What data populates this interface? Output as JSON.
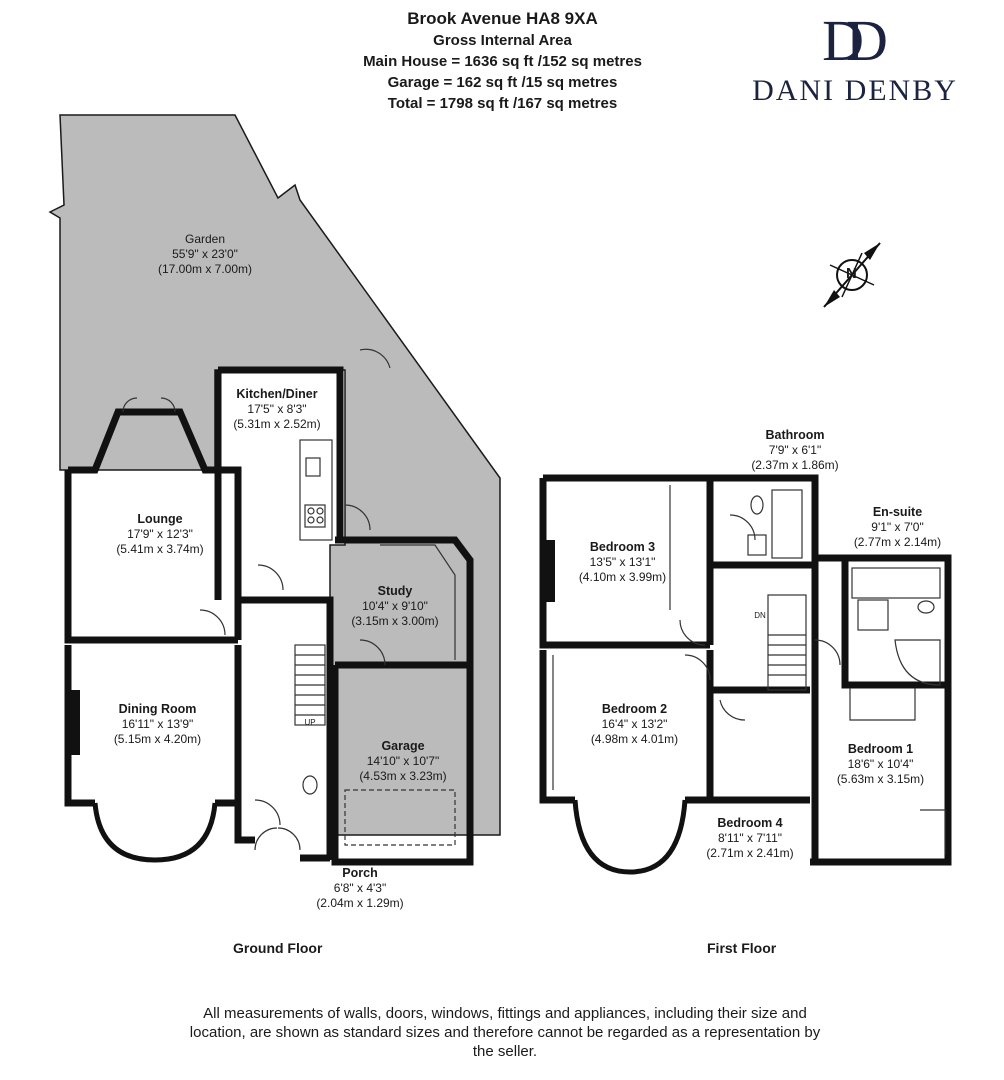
{
  "header": {
    "address": "Brook Avenue HA8 9XA",
    "gia_heading": "Gross Internal Area",
    "main_house": "Main House = 1636 sq ft /152 sq metres",
    "garage": "Garage = 162 sq ft /15 sq metres",
    "total": "Total = 1798 sq ft /167 sq metres"
  },
  "brand": {
    "monogram": "DD",
    "name": "DANI DENBY"
  },
  "compass": {
    "label": "N"
  },
  "ground_floor": {
    "label": "Ground Floor",
    "rooms": [
      {
        "name": "Garden",
        "imperial": "55'9\" x 23'0\"",
        "metric": "(17.00m x 7.00m)"
      },
      {
        "name": "Kitchen/Diner",
        "imperial": "17'5\" x 8'3\"",
        "metric": "(5.31m x 2.52m)"
      },
      {
        "name": "Lounge",
        "imperial": "17'9\" x 12'3\"",
        "metric": "(5.41m x 3.74m)"
      },
      {
        "name": "Study",
        "imperial": "10'4\" x 9'10\"",
        "metric": "(3.15m x 3.00m)"
      },
      {
        "name": "Dining Room",
        "imperial": "16'11\" x 13'9\"",
        "metric": "(5.15m x 4.20m)"
      },
      {
        "name": "Garage",
        "imperial": "14'10\" x 10'7\"",
        "metric": "(4.53m x 3.23m)"
      },
      {
        "name": "Porch",
        "imperial": "6'8\" x 4'3\"",
        "metric": "(2.04m x 1.29m)"
      }
    ],
    "stair_label": "UP"
  },
  "first_floor": {
    "label": "First Floor",
    "rooms": [
      {
        "name": "Bathroom",
        "imperial": "7'9\" x 6'1\"",
        "metric": "(2.37m x 1.86m)"
      },
      {
        "name": "En-suite",
        "imperial": "9'1\" x 7'0\"",
        "metric": "(2.77m x 2.14m)"
      },
      {
        "name": "Bedroom 3",
        "imperial": "13'5\" x 13'1\"",
        "metric": "(4.10m x 3.99m)"
      },
      {
        "name": "Bedroom 2",
        "imperial": "16'4\" x 13'2\"",
        "metric": "(4.98m x 4.01m)"
      },
      {
        "name": "Bedroom 1",
        "imperial": "18'6\" x 10'4\"",
        "metric": "(5.63m x 3.15m)"
      },
      {
        "name": "Bedroom 4",
        "imperial": "8'11\" x 7'11\"",
        "metric": "(2.71m x 2.41m)"
      }
    ],
    "stair_label": "DN"
  },
  "disclaimer": "All measurements of walls, doors, windows, fittings and appliances, including their size and location, are shown as standard sizes and therefore cannot be regarded as a representation by the seller."
}
